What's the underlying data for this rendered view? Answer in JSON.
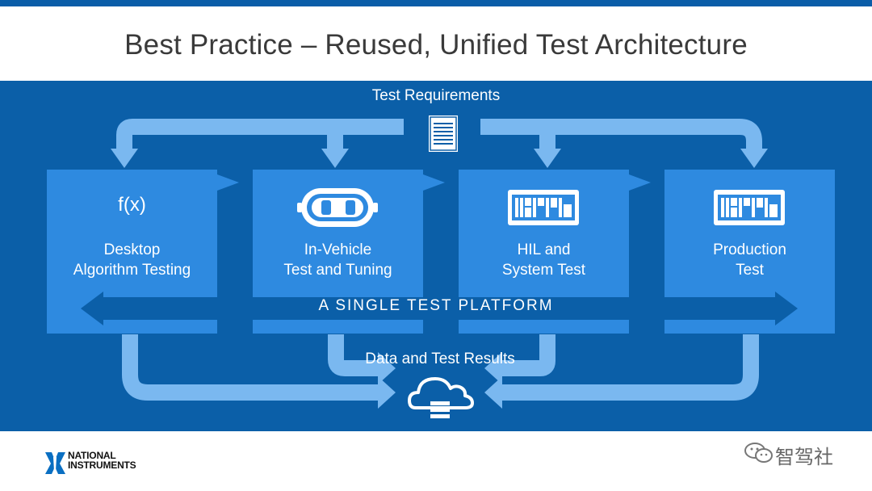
{
  "slide": {
    "title": "Best Practice – Reused, Unified Test Architecture"
  },
  "diagram": {
    "top_label": "Test Requirements",
    "bottom_label": "Data and Test Results",
    "platform_label": "A SINGLE TEST PLATFORM",
    "stages": [
      {
        "line1": "Desktop",
        "line2": "Algorithm Testing",
        "icon": "function-icon",
        "icon_text": "f(x)"
      },
      {
        "line1": "In-Vehicle",
        "line2": "Test and Tuning",
        "icon": "car-icon"
      },
      {
        "line1": "HIL and",
        "line2": "System Test",
        "icon": "hardware-chassis-icon"
      },
      {
        "line1": "Production",
        "line2": "Test",
        "icon": "hardware-chassis-icon"
      }
    ],
    "colors": {
      "background": "#0b5fa8",
      "card": "#2e8ae0",
      "arrow": "#7ab8f0"
    }
  },
  "footer": {
    "logo_line1": "NATIONAL",
    "logo_line2": "INSTRUMENTS",
    "watermark": "智驾社"
  }
}
